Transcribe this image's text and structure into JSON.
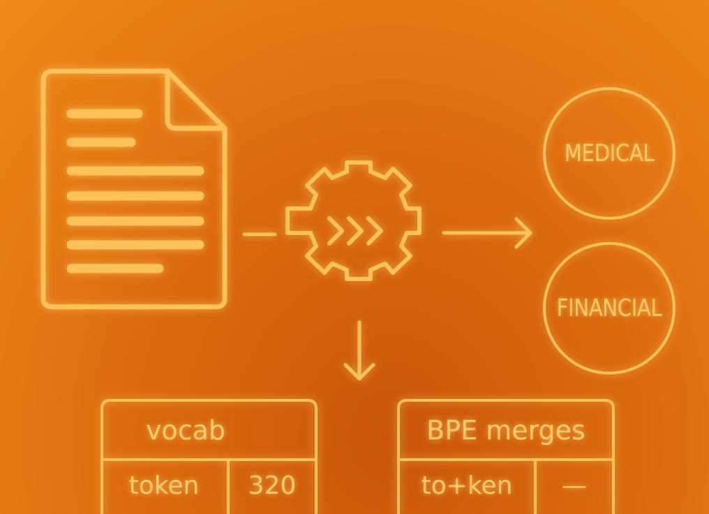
{
  "categories": {
    "medical_label": "MEDICAL",
    "financial_label": "FINANCIAL"
  },
  "vocab_table": {
    "title": "vocab",
    "rows": [
      {
        "token": "token",
        "id": "320"
      }
    ]
  },
  "merges_table": {
    "title": "BPE merges",
    "rows": [
      {
        "merge": "to+ken",
        "result": "—"
      }
    ]
  },
  "icons": [
    "document-icon",
    "gear-icon",
    "fast-forward-chevrons-icon",
    "arrow-right-icon",
    "arrow-down-icon"
  ],
  "colors": {
    "stroke": "#ffc15a",
    "background_light": "#ef8a18",
    "background_dark": "#c9560a"
  }
}
